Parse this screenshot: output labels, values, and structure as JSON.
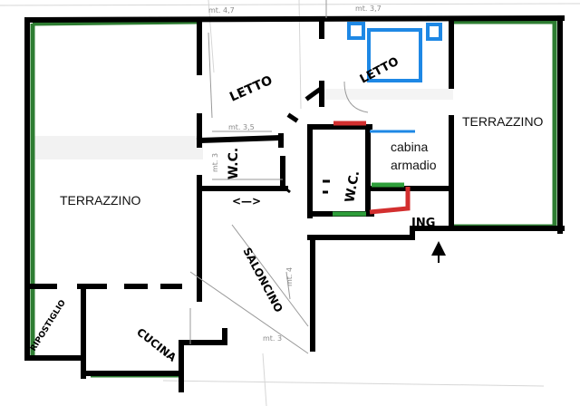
{
  "labels": {
    "terrazzino_left": "TERRAZZINO",
    "terrazzino_right": "TERRAZZINO",
    "letto_left": "LETTO",
    "letto_right": "LETTO",
    "wc_left": "W.C.",
    "wc_right": "W.C.",
    "cabina_line1": "cabina",
    "cabina_line2": "armadio",
    "ingresso": "ING",
    "salon": "SALONCINO",
    "cucina": "CUCINA",
    "ripostiglio": "RIPOSTIGLIO",
    "arrow_mark": "<—>"
  },
  "measurements": {
    "top_left": "mt. 4,7",
    "top_right": "mt. 3,7",
    "letto_width": "mt. 3,5",
    "wc_dim": "mt. 3",
    "mid_vertical": "mt. 4",
    "bottom": "mt. 3"
  },
  "colors": {
    "wall": "#000000",
    "outer_edge": "#2e7d32",
    "annotation_red": "#d32f2f",
    "annotation_green": "#2e9e3a",
    "annotation_blue": "#1e88e5",
    "pencil": "#9a9a9a"
  }
}
